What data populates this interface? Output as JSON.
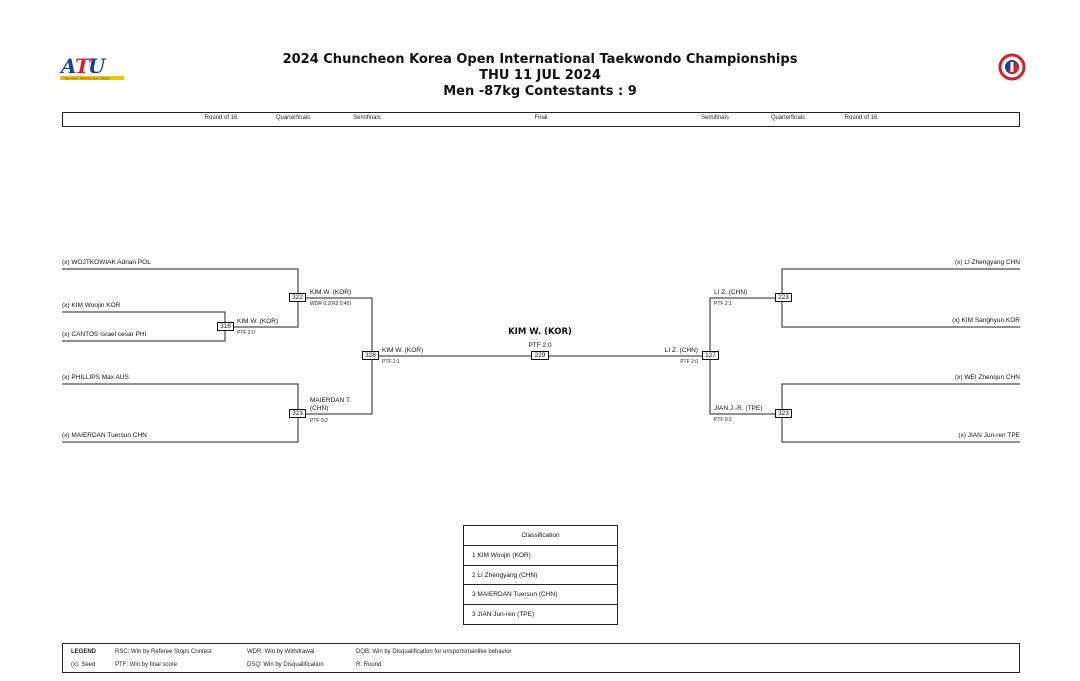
{
  "header": {
    "title_line1": "2024 Chuncheon Korea Open International Taekwondo Championships",
    "title_line2": "THU 11 JUL 2024",
    "title_line3": "Men -87kg Contestants : 9",
    "left_logo_text": "ATU",
    "left_logo_caption": "THE ASIAN TAEKWONDO UNION"
  },
  "rounds": [
    "Round of 16",
    "Quarterfinals",
    "Semifinals",
    "Final",
    "Semifinals",
    "Quarterfinals",
    "Round of 16"
  ],
  "left": {
    "r16": [
      {
        "name": "(x) WOJTKOWIAK Adrian POL"
      },
      {
        "name": "(x) KIM Woojin KOR"
      },
      {
        "name": "(x) CANTOS Israel cesar PHI"
      },
      {
        "name": "(x) PHILLIPS Max AUS"
      },
      {
        "name": "(x) MAIERDAN Tuersun CHN"
      }
    ],
    "match_316": {
      "num": "316",
      "winner": "KIM W. (KOR)",
      "result": "PTF 2:0"
    },
    "match_322": {
      "num": "322",
      "winner": "KIM W. (KOR)",
      "result": "WDR 0:2(R2 0:40)"
    },
    "match_323": {
      "num": "323",
      "winner_l1": "MAIERDAN T.",
      "winner_l2": "(CHN)",
      "result": "PTF 0:2"
    },
    "match_328": {
      "num": "328",
      "winner": "KIM W. (KOR)",
      "result": "PTF 2:1"
    }
  },
  "final": {
    "num": "229",
    "winner": "KIM W. (KOR)",
    "result": "PTF 2:0"
  },
  "right": {
    "r16": [
      {
        "name": "(x) LI Zhengyang CHN"
      },
      {
        "name": "(x) KIM Sanghyun KOR"
      },
      {
        "name": "(x) WEI Zhenqun CHN"
      },
      {
        "name": "(x) JIAN Jun-ren TPE"
      }
    ],
    "match_223": {
      "num": "223",
      "winner": "LI Z. (CHN)",
      "result": "PTF 2:1"
    },
    "match_323b": {
      "num": "323",
      "winner": "JIAN J.-R. (TPE)",
      "result": "PTF 0:2"
    },
    "match_127": {
      "num": "127",
      "winner": "LI Z. (CHN)",
      "result": "PTF 2:0"
    }
  },
  "classification": {
    "title": "Classification",
    "rows": [
      "1  KIM Woojin (KOR)",
      "2  LI Zhengyang (CHN)",
      "3  MAIERDAN Tuersun (CHN)",
      "3  JIAN Jun-ren (TPE)"
    ]
  },
  "legend": {
    "title": "LEGEND",
    "seed": "(x): Seed",
    "rsc": "RSC: Win by Referee Stops Contest",
    "ptf": "PTF: Win by final score",
    "wdr": "WDR: Win by Withdrawal",
    "dsq": "DSQ: Win by Disqualification",
    "dqb": "DQB: Win by Disqualification for unsportsmanlike behavior",
    "r": "R: Round"
  },
  "colors": {
    "lines": "#222222",
    "logo_blue": "#1c3f95",
    "logo_red": "#d42027",
    "logo_gold": "#f2c200"
  }
}
